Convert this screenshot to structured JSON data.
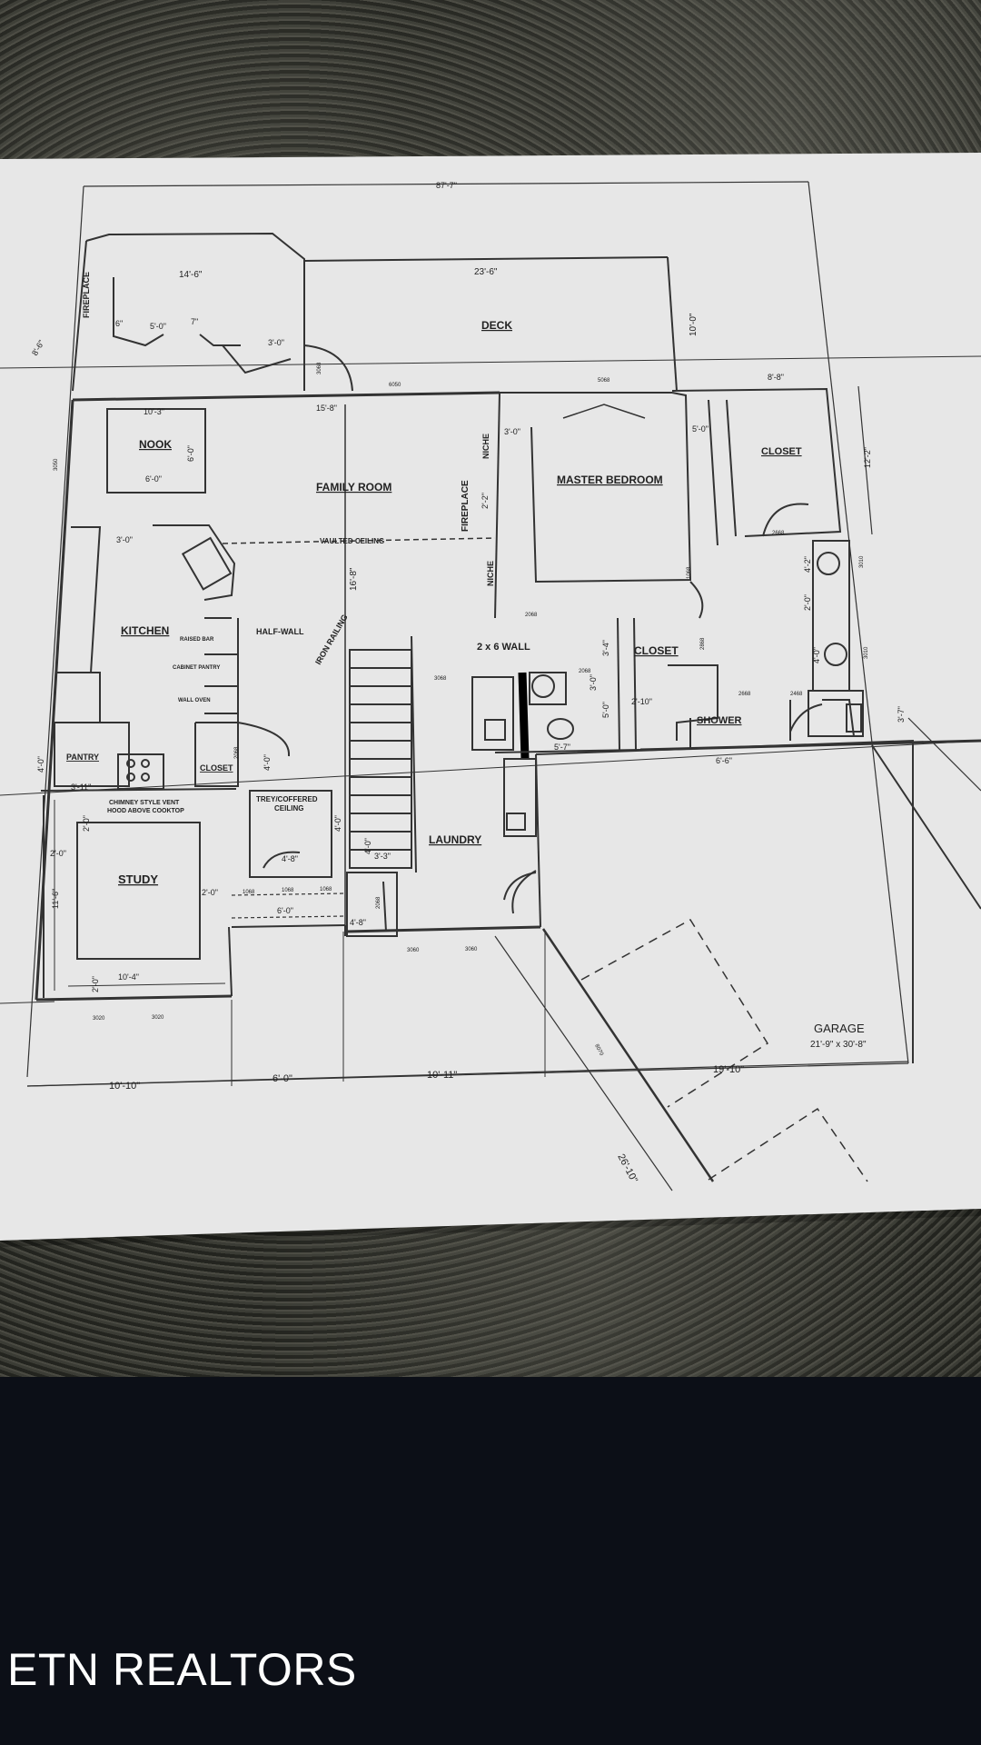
{
  "brand": {
    "watermark": "ETN REALTORS"
  },
  "plan": {
    "rooms": {
      "deck": "DECK",
      "nook": "NOOK",
      "family_room": "FAMILY ROOM",
      "master_bedroom": "MASTER BEDROOM",
      "closet_master": "CLOSET",
      "kitchen": "KITCHEN",
      "pantry": "PANTRY",
      "closet_hall": "CLOSET",
      "closet_bath": "CLOSET",
      "shower": "SHOWER",
      "laundry": "LAUNDRY",
      "study": "STUDY",
      "garage": "GARAGE",
      "garage_dims": "21'-9\" x 30'-8\""
    },
    "notes": {
      "fireplace_left": "FIREPLACE",
      "fireplace_center": "FIREPLACE",
      "niche_top": "NICHE",
      "niche_bottom": "NICHE",
      "vaulted_ceiling": "VAULTED CEILING",
      "half_wall": "HALF-WALL",
      "iron_railing": "IRON RAILING",
      "wall_2x6": "2 x 6 WALL",
      "raised_bar": "RAISED BAR",
      "cabinet_pantry": "CABINET PANTRY",
      "wall_oven": "WALL OVEN",
      "chimney_vent_1": "CHIMNEY STYLE VENT",
      "chimney_vent_2": "HOOD ABOVE COOKTOP",
      "trey_1": "TREY/COFFERED",
      "trey_2": "CEILING"
    },
    "dims": {
      "overall_top": "87'-7\"",
      "deck_left": "14'-6\"",
      "deck_right": "23'-6\"",
      "deck_depth": "10'-0\"",
      "bay_left": "5'-0\"",
      "bay_6": "6\"",
      "bay_7": "7\"",
      "bay_30": "3'-0\"",
      "diag_left": "8'-6\"",
      "nook_top": "10'-3\"",
      "nook_bottom": "6'-0\"",
      "nook_side": "6'-0\"",
      "family_top": "15'-8\"",
      "family_vert": "16'-8\"",
      "niche_30": "3'-0\"",
      "niche_22": "2'-2\"",
      "closet_85": "8'-8\"",
      "closet_50": "5'-0\"",
      "closet_122": "12'-2\"",
      "bath_42": "4'-2\"",
      "bath_20": "2'-0\"",
      "bath_40": "4'-0\"",
      "kitchen_30": "3'-0\"",
      "kitchen_40": "4'-0\"",
      "kitchen_311": "3'-11\"",
      "closet_40": "4'-0\"",
      "hall_34": "3'-4\"",
      "bath_closet_30": "3'-0\"",
      "bath_closet_50": "5'-0\"",
      "bath_210": "2'-10\"",
      "bath_57": "5'-7\"",
      "shower_66": "6'-6\"",
      "right_37": "3'-7\"",
      "study_20a": "2'-0\"",
      "study_20b": "2'-0\"",
      "study_20c": "2'-0\"",
      "study_116": "11'-6\"",
      "study_104": "10'-4\"",
      "study_20d": "2'-0\"",
      "trey_48": "4'-8\"",
      "trey_40": "4'-0\"",
      "stair_33": "3'-3\"",
      "stair_40": "4'-0\"",
      "hall_60": "6'-0\"",
      "stair_48": "4'-8\"",
      "bottom_1010": "10'-10\"",
      "bottom_60": "6'-0\"",
      "bottom_1011": "10'-11\"",
      "bottom_1910": "19'-10\"",
      "diag_2610": "26'-10\""
    },
    "codes": {
      "w6050": "6050",
      "w5068": "5068",
      "w3050": "3050",
      "w3068": "3068",
      "w2668a": "2668",
      "w2668b": "2668",
      "w2468": "2468",
      "w3010a": "3010",
      "w3010b": "3010",
      "w2068a": "2068",
      "w2068b": "2068",
      "w1068": "1068",
      "w3068b": "3068",
      "w2868": "2868",
      "w2068c": "2068",
      "w3060a": "3060",
      "w3060b": "3060",
      "w3020a": "3020",
      "w3020b": "3020",
      "w8070": "8070",
      "w1068b": "1068",
      "w1068c": "1068",
      "w1068d": "1068",
      "w2068d": "2068"
    }
  },
  "colors": {
    "paper": "#e7e7e7",
    "ink": "#222222",
    "counter": "#2c2d28",
    "background": "#0c0f17",
    "brand_text": "#ffffff"
  }
}
